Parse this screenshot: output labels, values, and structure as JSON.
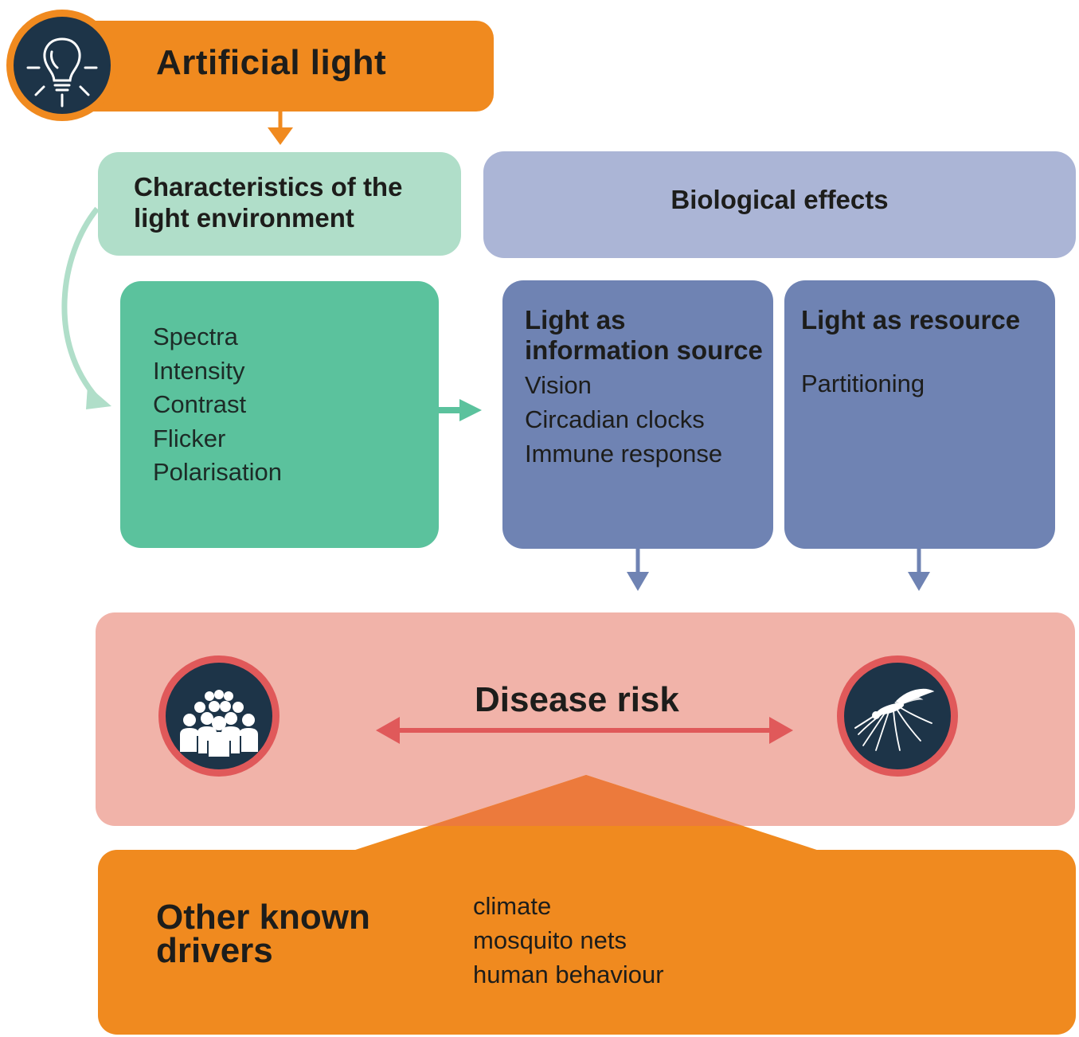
{
  "artificial_light": {
    "title": "Artificial light",
    "icon": "light-bulb-icon"
  },
  "characteristics": {
    "title_line1": "Characteristics of the",
    "title_line2": "light environment",
    "items": [
      "Spectra",
      "Intensity",
      "Contrast",
      "Flicker",
      "Polarisation"
    ]
  },
  "biological": {
    "title": "Biological effects",
    "information": {
      "title_line1": "Light as",
      "title_line2": "information source",
      "items": [
        "Vision",
        "Circadian clocks",
        "Immune response"
      ]
    },
    "resource": {
      "title": "Light as resource",
      "items": [
        "Partitioning"
      ]
    }
  },
  "disease": {
    "title": "Disease risk",
    "left_icon": "people-group-icon",
    "right_icon": "mosquito-icon"
  },
  "drivers": {
    "title_line1": "Other known",
    "title_line2": "drivers",
    "items": [
      "climate",
      "mosquito nets",
      "human behaviour"
    ]
  },
  "colors": {
    "orange": "#f08a1f",
    "navy": "#1d3448",
    "light_green": "#b0dec9",
    "green": "#5bc29d",
    "light_blue": "#abb5d6",
    "blue": "#6f83b3",
    "pink": "#f1b3a9",
    "red": "#e0595a"
  }
}
